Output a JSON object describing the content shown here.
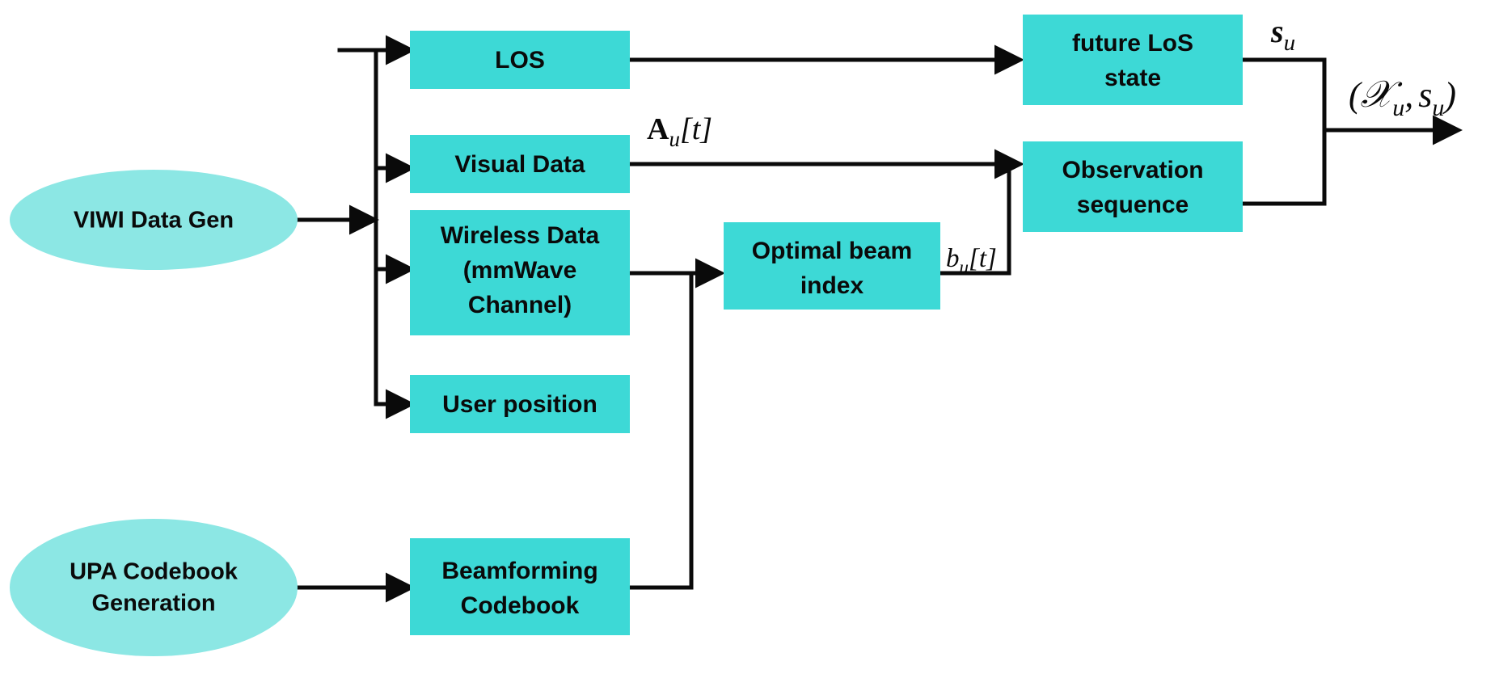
{
  "diagram": {
    "title": "VIWI data generation and beam/LoS prediction pipeline",
    "colors": {
      "box_fill": "#3DD9D6",
      "ellipse_fill": "#8CE7E4",
      "edge_stroke": "#0A0A0A",
      "text": "#0A0A0A",
      "background": "#FFFFFF"
    },
    "sources": [
      {
        "id": "viwi-data-gen",
        "label": "VIWI Data Gen",
        "shape": "ellipse"
      },
      {
        "id": "upa-codebook-generation",
        "label_line1": "UPA Codebook",
        "label_line2": "Generation",
        "shape": "ellipse"
      }
    ],
    "boxes": [
      {
        "id": "los",
        "label_line1": "LOS",
        "label_line2": ""
      },
      {
        "id": "visual-data",
        "label_line1": "Visual Data",
        "label_line2": ""
      },
      {
        "id": "wireless-data",
        "label_line1": "Wireless Data",
        "label_line2": "(mmWave",
        "label_line3": "Channel)"
      },
      {
        "id": "user-position",
        "label_line1": "User position",
        "label_line2": ""
      },
      {
        "id": "beamforming-codebook",
        "label_line1": "Beamforming",
        "label_line2": "Codebook"
      },
      {
        "id": "optimal-beam-index",
        "label_line1": "Optimal beam",
        "label_line2": "index"
      },
      {
        "id": "future-los-state",
        "label_line1": "future LoS",
        "label_line2": "state"
      },
      {
        "id": "observation-sequence",
        "label_line1": "Observation",
        "label_line2": "sequence"
      }
    ],
    "edge_labels": [
      {
        "id": "visual-feature-label",
        "base": "A",
        "sub": "u",
        "bracket": "[t]",
        "style": "bold-upright"
      },
      {
        "id": "beam-index-label",
        "base": "b",
        "sub": "u",
        "bracket": "[t]",
        "style": "italic"
      },
      {
        "id": "los-state-label",
        "base": "s",
        "sub": "u",
        "bracket": "",
        "style": "italic"
      },
      {
        "id": "output-tuple-label",
        "text": "(Xᵤ, sᵤ)",
        "style": "italic"
      }
    ],
    "output_tuple": {
      "open": "(",
      "chi": "𝒳",
      "chi_sub": "u",
      "comma": ",",
      "s": "s",
      "s_sub": "u",
      "close": ")"
    }
  }
}
